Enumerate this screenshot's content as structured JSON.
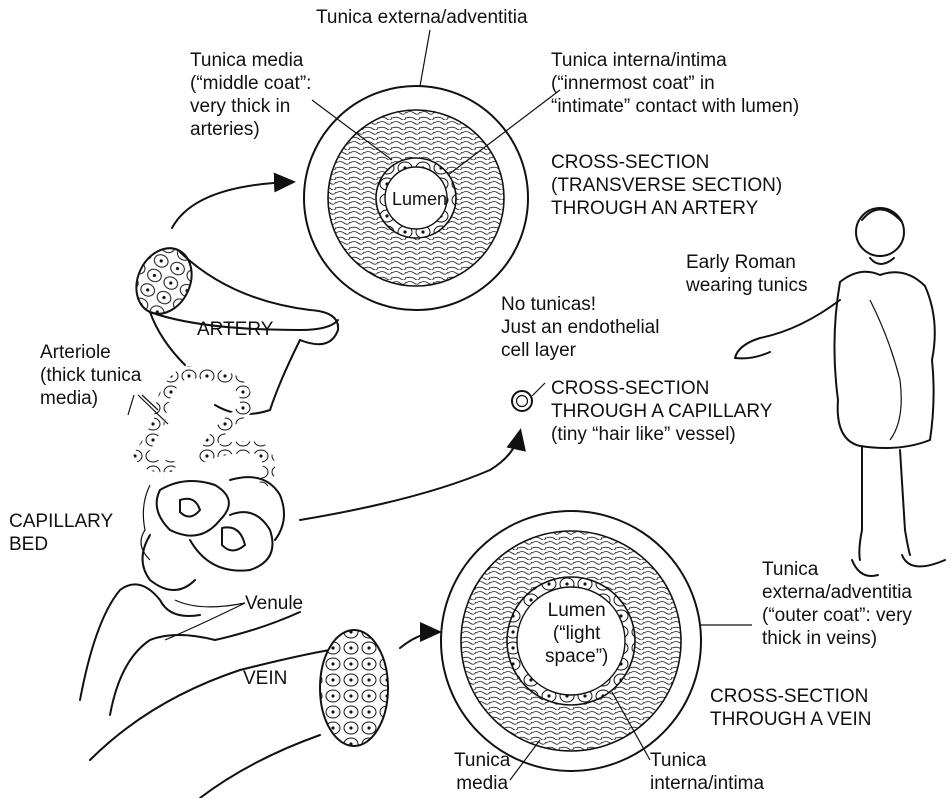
{
  "labels": {
    "artery_externa": "Tunica externa/adventitia",
    "artery_media": "Tunica media\n(“middle coat”:\nvery thick in\narteries)",
    "artery_interna": "Tunica interna/intima\n(“innermost coat” in\n“intimate” contact with lumen)",
    "artery_lumen": "Lumen",
    "artery_title": "CROSS-SECTION\n(TRANSVERSE SECTION)\nTHROUGH AN ARTERY",
    "roman": "Early Roman\nwearing tunics",
    "artery": "ARTERY",
    "no_tunicas": "No tunicas!\nJust an endothelial\ncell layer",
    "arteriole": "Arteriole\n(thick tunica\nmedia)",
    "capillary_title": "CROSS-SECTION\nTHROUGH A CAPILLARY\n(tiny “hair like” vessel)",
    "capillary_bed": "CAPILLARY\nBED",
    "vein_lumen": "Lumen\n(“light\nspace”)",
    "vein_externa": "Tunica\nexterna/adventitia\n(“outer coat”: very\nthick in veins)",
    "venule": "Venule",
    "vein": "VEIN",
    "vein_title": "CROSS-SECTION\nTHROUGH A VEIN",
    "vein_media": "Tunica\nmedia",
    "vein_interna": "Tunica\ninterna/intima"
  }
}
